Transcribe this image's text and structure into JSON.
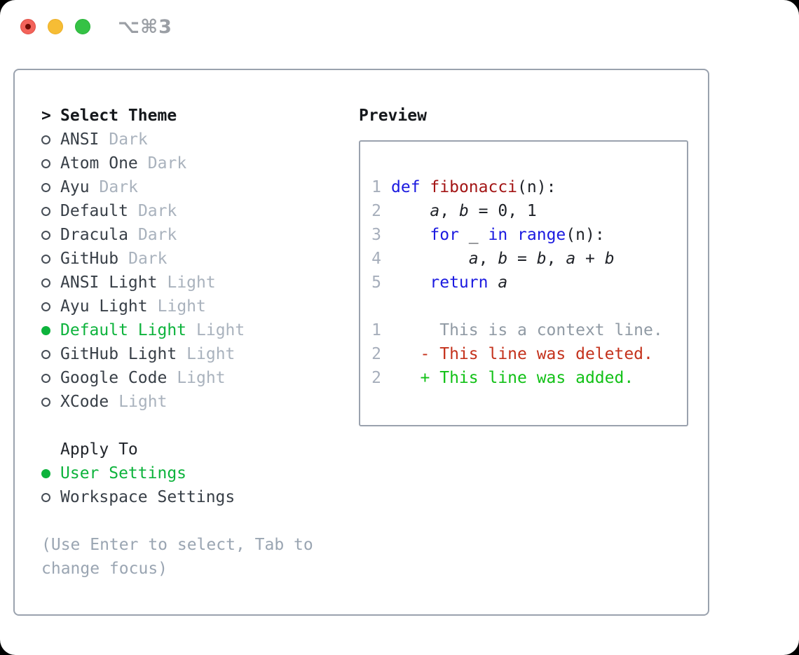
{
  "window": {
    "title_shortcut": "⌥⌘3",
    "traffic_lights": [
      {
        "name": "close",
        "color": "#f3635a",
        "has_unsaved_dot": true
      },
      {
        "name": "minimize",
        "color": "#f6bd35"
      },
      {
        "name": "zoom",
        "color": "#35c245"
      }
    ]
  },
  "theme_picker": {
    "prompt": ">",
    "title": "Select Theme",
    "themes": [
      {
        "name": "ANSI",
        "variant": "Dark",
        "selected": false
      },
      {
        "name": "Atom One",
        "variant": "Dark",
        "selected": false
      },
      {
        "name": "Ayu",
        "variant": "Dark",
        "selected": false
      },
      {
        "name": "Default",
        "variant": "Dark",
        "selected": false
      },
      {
        "name": "Dracula",
        "variant": "Dark",
        "selected": false
      },
      {
        "name": "GitHub",
        "variant": "Dark",
        "selected": false
      },
      {
        "name": "ANSI Light",
        "variant": "Light",
        "selected": false
      },
      {
        "name": "Ayu Light",
        "variant": "Light",
        "selected": false
      },
      {
        "name": "Default Light",
        "variant": "Light",
        "selected": true
      },
      {
        "name": "GitHub Light",
        "variant": "Light",
        "selected": false
      },
      {
        "name": "Google Code",
        "variant": "Light",
        "selected": false
      },
      {
        "name": "XCode",
        "variant": "Light",
        "selected": false
      }
    ],
    "apply_to": {
      "title": "Apply To",
      "options": [
        {
          "label": "User Settings",
          "selected": true
        },
        {
          "label": "Workspace Settings",
          "selected": false
        }
      ]
    },
    "hint": "(Use Enter to select, Tab to change focus)"
  },
  "preview": {
    "title": "Preview",
    "lines": [
      {
        "num": "1",
        "tokens": [
          {
            "t": "def",
            "c": "kw"
          },
          {
            "t": " "
          },
          {
            "t": "fibonacci",
            "c": "fn"
          },
          {
            "t": "(n):"
          }
        ]
      },
      {
        "num": "2",
        "tokens": [
          {
            "t": "    "
          },
          {
            "t": "a",
            "c": "var"
          },
          {
            "t": ", "
          },
          {
            "t": "b",
            "c": "var"
          },
          {
            "t": " = 0, 1"
          }
        ]
      },
      {
        "num": "3",
        "tokens": [
          {
            "t": "    "
          },
          {
            "t": "for",
            "c": "kw"
          },
          {
            "t": " _ "
          },
          {
            "t": "in",
            "c": "kw"
          },
          {
            "t": " "
          },
          {
            "t": "range",
            "c": "kw"
          },
          {
            "t": "(n):"
          }
        ]
      },
      {
        "num": "4",
        "tokens": [
          {
            "t": "        "
          },
          {
            "t": "a",
            "c": "var"
          },
          {
            "t": ", "
          },
          {
            "t": "b",
            "c": "var"
          },
          {
            "t": " = "
          },
          {
            "t": "b",
            "c": "var"
          },
          {
            "t": ", "
          },
          {
            "t": "a",
            "c": "var"
          },
          {
            "t": " + "
          },
          {
            "t": "b",
            "c": "var"
          }
        ]
      },
      {
        "num": "5",
        "tokens": [
          {
            "t": "    "
          },
          {
            "t": "return",
            "c": "kw"
          },
          {
            "t": " "
          },
          {
            "t": "a",
            "c": "var"
          }
        ]
      },
      {
        "num": "",
        "tokens": []
      },
      {
        "num": "1",
        "tokens": [
          {
            "t": "     This is a context line.",
            "c": "ctx"
          }
        ]
      },
      {
        "num": "2",
        "tokens": [
          {
            "t": "   - This line was deleted.",
            "c": "del"
          }
        ]
      },
      {
        "num": "2",
        "tokens": [
          {
            "t": "   + This line was added.",
            "c": "add"
          }
        ]
      }
    ]
  },
  "colors": {
    "selection_green": "#0db33c",
    "added_green": "#12c117",
    "deleted_red": "#c4321c",
    "keyword_blue": "#1b1ae0",
    "function_red": "#a31515",
    "muted_gray": "#a9b2bd",
    "hint_gray": "#9aa5b2",
    "border_gray": "#9aa2ae"
  }
}
